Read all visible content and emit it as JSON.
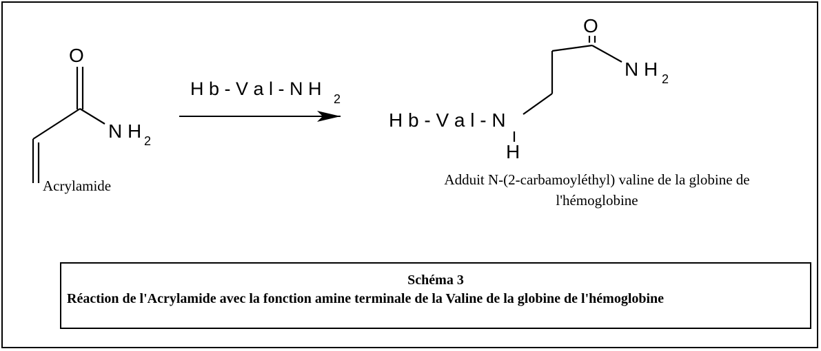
{
  "reactant": {
    "oxygen": "O",
    "amine": "N H",
    "amine_sub": "2",
    "caption": "Acrylamide"
  },
  "reagent": {
    "label": "H b -  V a l -  N H",
    "label_sub": "2"
  },
  "product": {
    "prefix": "H b -  V a l -  N",
    "nh_h": "H",
    "oxygen": "O",
    "amine": "N H",
    "amine_sub": "2",
    "caption_line1": "Adduit N-(2-carbamoyléthyl) valine de la globine de",
    "caption_line2": "l'hémoglobine"
  },
  "legend": {
    "title": "Schéma 3",
    "description": "Réaction de l'Acrylamide avec la fonction amine terminale de la Valine de la globine de l'hémoglobine"
  }
}
